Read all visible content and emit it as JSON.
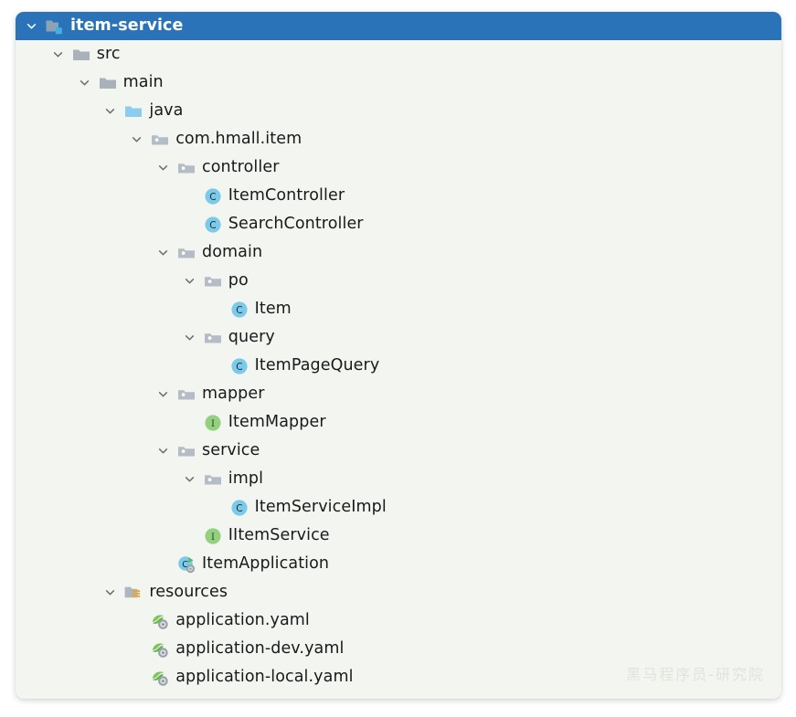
{
  "panel": {
    "background_color": "#f3f6f0",
    "selected_row_color": "#2a73b8",
    "text_color": "#19191c"
  },
  "watermark": {
    "text": "黑马程序员-研究院"
  },
  "tree": {
    "title": "item-service",
    "nodes": [
      {
        "label": "item-service",
        "icon": "module-folder-icon",
        "depth": 0,
        "expanded": true,
        "selected": true
      },
      {
        "label": "src",
        "icon": "folder-grey-icon",
        "depth": 1,
        "expanded": true,
        "selected": false
      },
      {
        "label": "main",
        "icon": "folder-grey-icon",
        "depth": 2,
        "expanded": true,
        "selected": false
      },
      {
        "label": "java",
        "icon": "folder-source-icon",
        "depth": 3,
        "expanded": true,
        "selected": false
      },
      {
        "label": "com.hmall.item",
        "icon": "package-icon",
        "depth": 4,
        "expanded": true,
        "selected": false
      },
      {
        "label": "controller",
        "icon": "package-icon",
        "depth": 5,
        "expanded": true,
        "selected": false
      },
      {
        "label": "ItemController",
        "icon": "class-icon",
        "depth": 6,
        "expanded": null,
        "selected": false
      },
      {
        "label": "SearchController",
        "icon": "class-icon",
        "depth": 6,
        "expanded": null,
        "selected": false
      },
      {
        "label": "domain",
        "icon": "package-icon",
        "depth": 5,
        "expanded": true,
        "selected": false
      },
      {
        "label": "po",
        "icon": "package-icon",
        "depth": 6,
        "expanded": true,
        "selected": false
      },
      {
        "label": "Item",
        "icon": "class-icon",
        "depth": 7,
        "expanded": null,
        "selected": false
      },
      {
        "label": "query",
        "icon": "package-icon",
        "depth": 6,
        "expanded": true,
        "selected": false
      },
      {
        "label": "ItemPageQuery",
        "icon": "class-icon",
        "depth": 7,
        "expanded": null,
        "selected": false
      },
      {
        "label": "mapper",
        "icon": "package-icon",
        "depth": 5,
        "expanded": true,
        "selected": false
      },
      {
        "label": "ItemMapper",
        "icon": "interface-icon",
        "depth": 6,
        "expanded": null,
        "selected": false
      },
      {
        "label": "service",
        "icon": "package-icon",
        "depth": 5,
        "expanded": true,
        "selected": false
      },
      {
        "label": "impl",
        "icon": "package-icon",
        "depth": 6,
        "expanded": true,
        "selected": false
      },
      {
        "label": "ItemServiceImpl",
        "icon": "class-icon",
        "depth": 7,
        "expanded": null,
        "selected": false
      },
      {
        "label": "IItemService",
        "icon": "interface-icon",
        "depth": 6,
        "expanded": null,
        "selected": false
      },
      {
        "label": "ItemApplication",
        "icon": "spring-boot-app-icon",
        "depth": 5,
        "expanded": null,
        "selected": false
      },
      {
        "label": "resources",
        "icon": "folder-resources-icon",
        "depth": 3,
        "expanded": true,
        "selected": false
      },
      {
        "label": "application.yaml",
        "icon": "spring-yaml-icon",
        "depth": 4,
        "expanded": null,
        "selected": false
      },
      {
        "label": "application-dev.yaml",
        "icon": "spring-yaml-icon",
        "depth": 4,
        "expanded": null,
        "selected": false
      },
      {
        "label": "application-local.yaml",
        "icon": "spring-yaml-icon",
        "depth": 4,
        "expanded": null,
        "selected": false
      }
    ]
  }
}
